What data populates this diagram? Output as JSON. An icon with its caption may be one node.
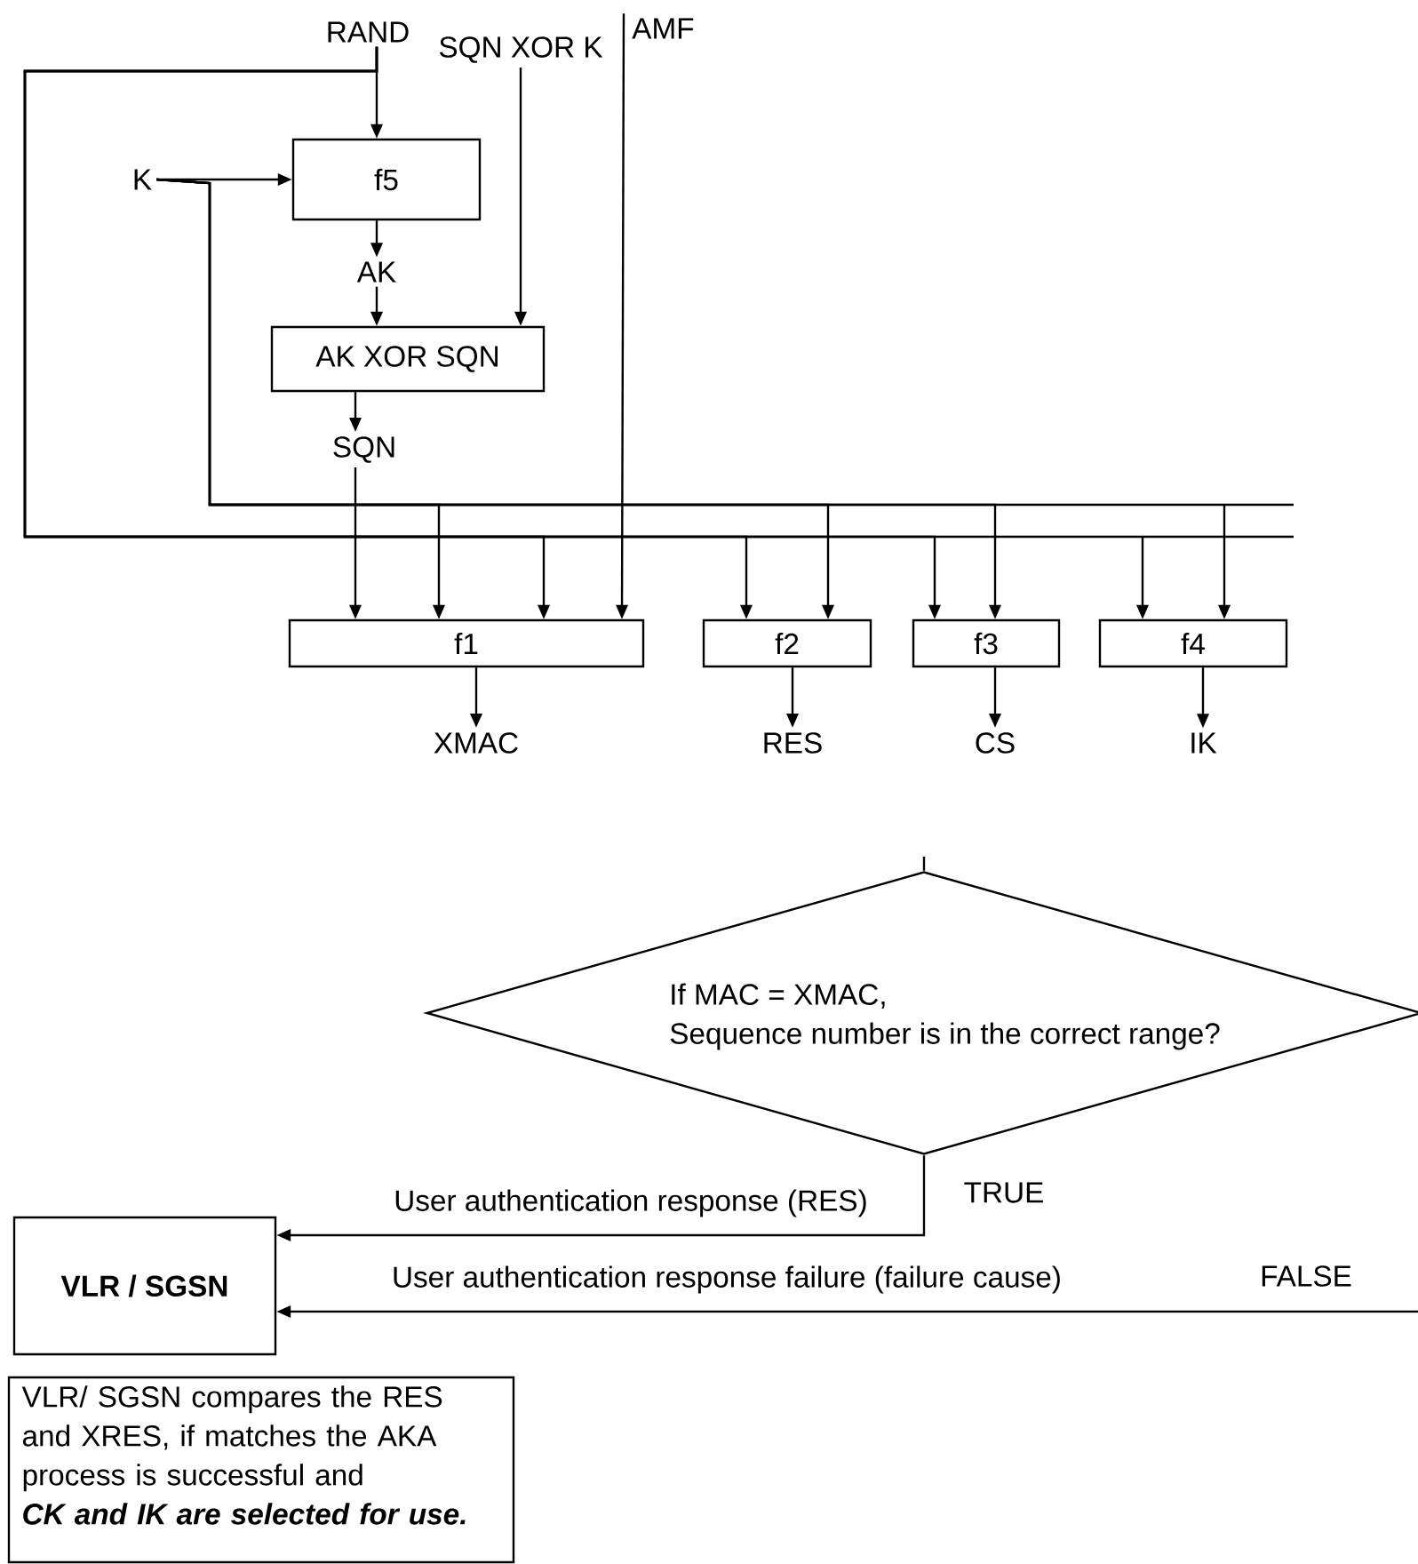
{
  "diagram": {
    "nodes": [
      {
        "text": [
          "RAND"
        ]
      },
      {
        "text": [
          "SQN XOR K"
        ]
      },
      {
        "text": [
          "AMF"
        ]
      },
      {
        "text": [
          "K"
        ]
      },
      {
        "text": [
          "f5"
        ]
      },
      {
        "text": [
          "AK"
        ]
      },
      {
        "text": [
          "AK XOR SQN"
        ]
      },
      {
        "text": [
          "SQN"
        ]
      },
      {
        "text": [
          "f1"
        ]
      },
      {
        "text": [
          "f2"
        ]
      },
      {
        "text": [
          "f3"
        ]
      },
      {
        "text": [
          "f4"
        ]
      },
      {
        "text": [
          "XMAC"
        ]
      },
      {
        "text": [
          "RES"
        ]
      },
      {
        "text": [
          "CS"
        ]
      },
      {
        "text": [
          "IK"
        ]
      },
      {
        "text": [
          "If MAC = XMAC,",
          "Sequence number is in the correct range?"
        ]
      },
      {
        "text": [
          "VLR / SGSN"
        ]
      },
      {
        "text": [
          "VLR/ SGSN compares the RES and XRES, if matches the AKA process is successful and",
          "CK and IK are selected for use."
        ]
      }
    ],
    "edges": [
      {
        "from": 0,
        "to": 4,
        "arrow": "to"
      },
      {
        "from": 0,
        "to": 8,
        "arrow": "to"
      },
      {
        "from": 0,
        "to": 9,
        "arrow": "to"
      },
      {
        "from": 0,
        "to": 10,
        "arrow": "to"
      },
      {
        "from": 0,
        "to": 11,
        "arrow": "to"
      },
      {
        "from": 3,
        "to": 4,
        "arrow": "to"
      },
      {
        "from": 3,
        "to": 8,
        "arrow": "to"
      },
      {
        "from": 3,
        "to": 9,
        "arrow": "to"
      },
      {
        "from": 3,
        "to": 10,
        "arrow": "to"
      },
      {
        "from": 3,
        "to": 11,
        "arrow": "to"
      },
      {
        "from": 1,
        "to": 6,
        "arrow": "to"
      },
      {
        "from": 2,
        "to": 8,
        "arrow": "to"
      },
      {
        "from": 4,
        "to": 5,
        "arrow": "to"
      },
      {
        "from": 5,
        "to": 6,
        "arrow": "to"
      },
      {
        "from": 6,
        "to": 7,
        "arrow": "to"
      },
      {
        "from": 7,
        "to": 8,
        "arrow": "to"
      },
      {
        "from": 8,
        "to": 12,
        "arrow": "to"
      },
      {
        "from": 9,
        "to": 13,
        "arrow": "to"
      },
      {
        "from": 10,
        "to": 14,
        "arrow": "to"
      },
      {
        "from": 11,
        "to": 15,
        "arrow": "to"
      },
      {
        "from": null,
        "to": 16,
        "arrow": "none"
      },
      {
        "from": 16,
        "to": 17,
        "arrow": "to",
        "label": "User authentication response (RES)"
      },
      {
        "from": 16,
        "to": 17,
        "arrow": "to",
        "label": "User authentication response failure (failure cause)"
      }
    ],
    "labels": [
      "TRUE",
      "FALSE"
    ]
  }
}
